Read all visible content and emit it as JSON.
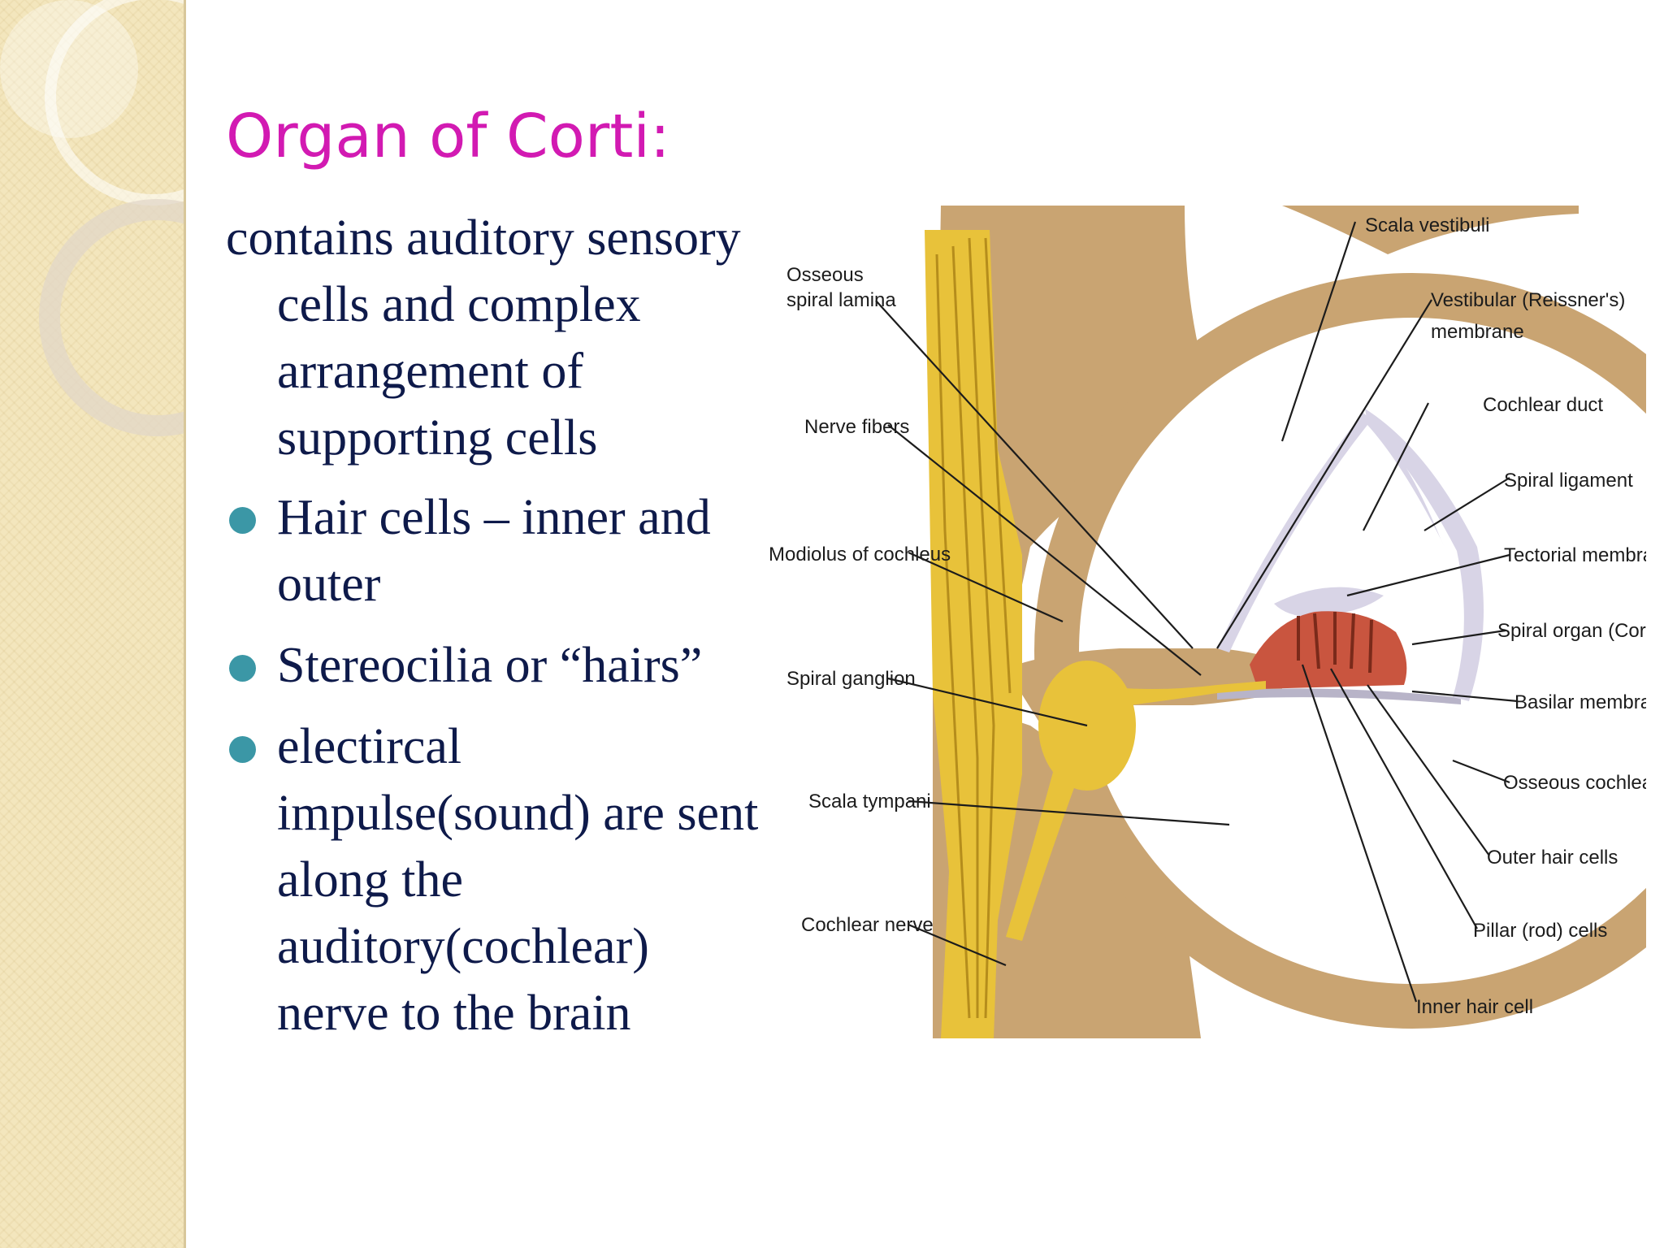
{
  "slide": {
    "title": "Organ of Corti:",
    "intro": "contains auditory sensory cells and complex arrangement of supporting cells",
    "bullets": [
      "Hair cells – inner and outer",
      "Stereocilia or “hairs”",
      "electircal impulse(sound) are sent along the auditory(cochlear) nerve to the brain"
    ]
  },
  "diagram": {
    "labels": {
      "scala_vestibuli": "Scala vestibuli",
      "osseous_spiral_lamina_1": "Osseous",
      "osseous_spiral_lamina_2": "spiral lamina",
      "vestibular_membrane_1": "Vestibular (Reissner's)",
      "vestibular_membrane_2": "membrane",
      "cochlear_duct": "Cochlear duct",
      "nerve_fibers": "Nerve fibers",
      "spiral_ligament": "Spiral ligament",
      "modiolus": "Modiolus of cochleus",
      "tectorial_membrane": "Tectorial membrane",
      "spiral_organ": "Spiral organ (Corti)",
      "spiral_ganglion": "Spiral ganglion",
      "basilar_membrane": "Basilar membrane",
      "osseous_cochlea": "Osseous cochlea",
      "scala_tympani": "Scala tympani",
      "outer_hair_cells": "Outer hair cells",
      "cochlear_nerve": "Cochlear nerve",
      "pillar_cells": "Pillar (rod) cells",
      "inner_hair_cell": "Inner hair cell"
    },
    "colors": {
      "bone": "#c9a472",
      "nerve": "#e8c23a",
      "membrane": "#d8d4e6",
      "corti": "#c9553f"
    }
  }
}
